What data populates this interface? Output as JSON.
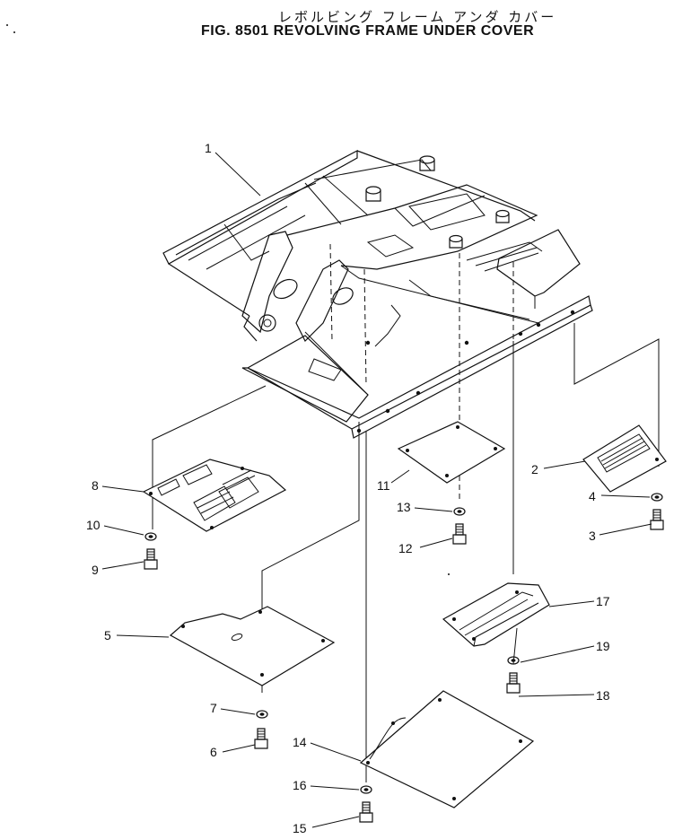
{
  "header": {
    "title_jp": "レボルビング フレーム アンダ カバー",
    "title_en": "FIG. 8501  REVOLVING FRAME UNDER COVER"
  },
  "callouts": [
    {
      "id": "1",
      "label": "1"
    },
    {
      "id": "2",
      "label": "2"
    },
    {
      "id": "3",
      "label": "3"
    },
    {
      "id": "4",
      "label": "4"
    },
    {
      "id": "5",
      "label": "5"
    },
    {
      "id": "6",
      "label": "6"
    },
    {
      "id": "7",
      "label": "7"
    },
    {
      "id": "8",
      "label": "8"
    },
    {
      "id": "9",
      "label": "9"
    },
    {
      "id": "10",
      "label": "10"
    },
    {
      "id": "11",
      "label": "11"
    },
    {
      "id": "12",
      "label": "12"
    },
    {
      "id": "13",
      "label": "13"
    },
    {
      "id": "14",
      "label": "14"
    },
    {
      "id": "15",
      "label": "15"
    },
    {
      "id": "16",
      "label": "16"
    },
    {
      "id": "17",
      "label": "17"
    },
    {
      "id": "18",
      "label": "18"
    },
    {
      "id": "19",
      "label": "19"
    }
  ]
}
